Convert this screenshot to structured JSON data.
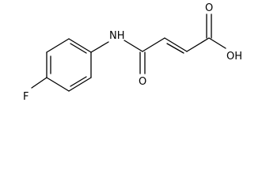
{
  "molecule": {
    "atoms": {
      "nh": "NH",
      "oh": "OH",
      "o_acid": "O",
      "o_amide": "O",
      "f": "F"
    }
  }
}
